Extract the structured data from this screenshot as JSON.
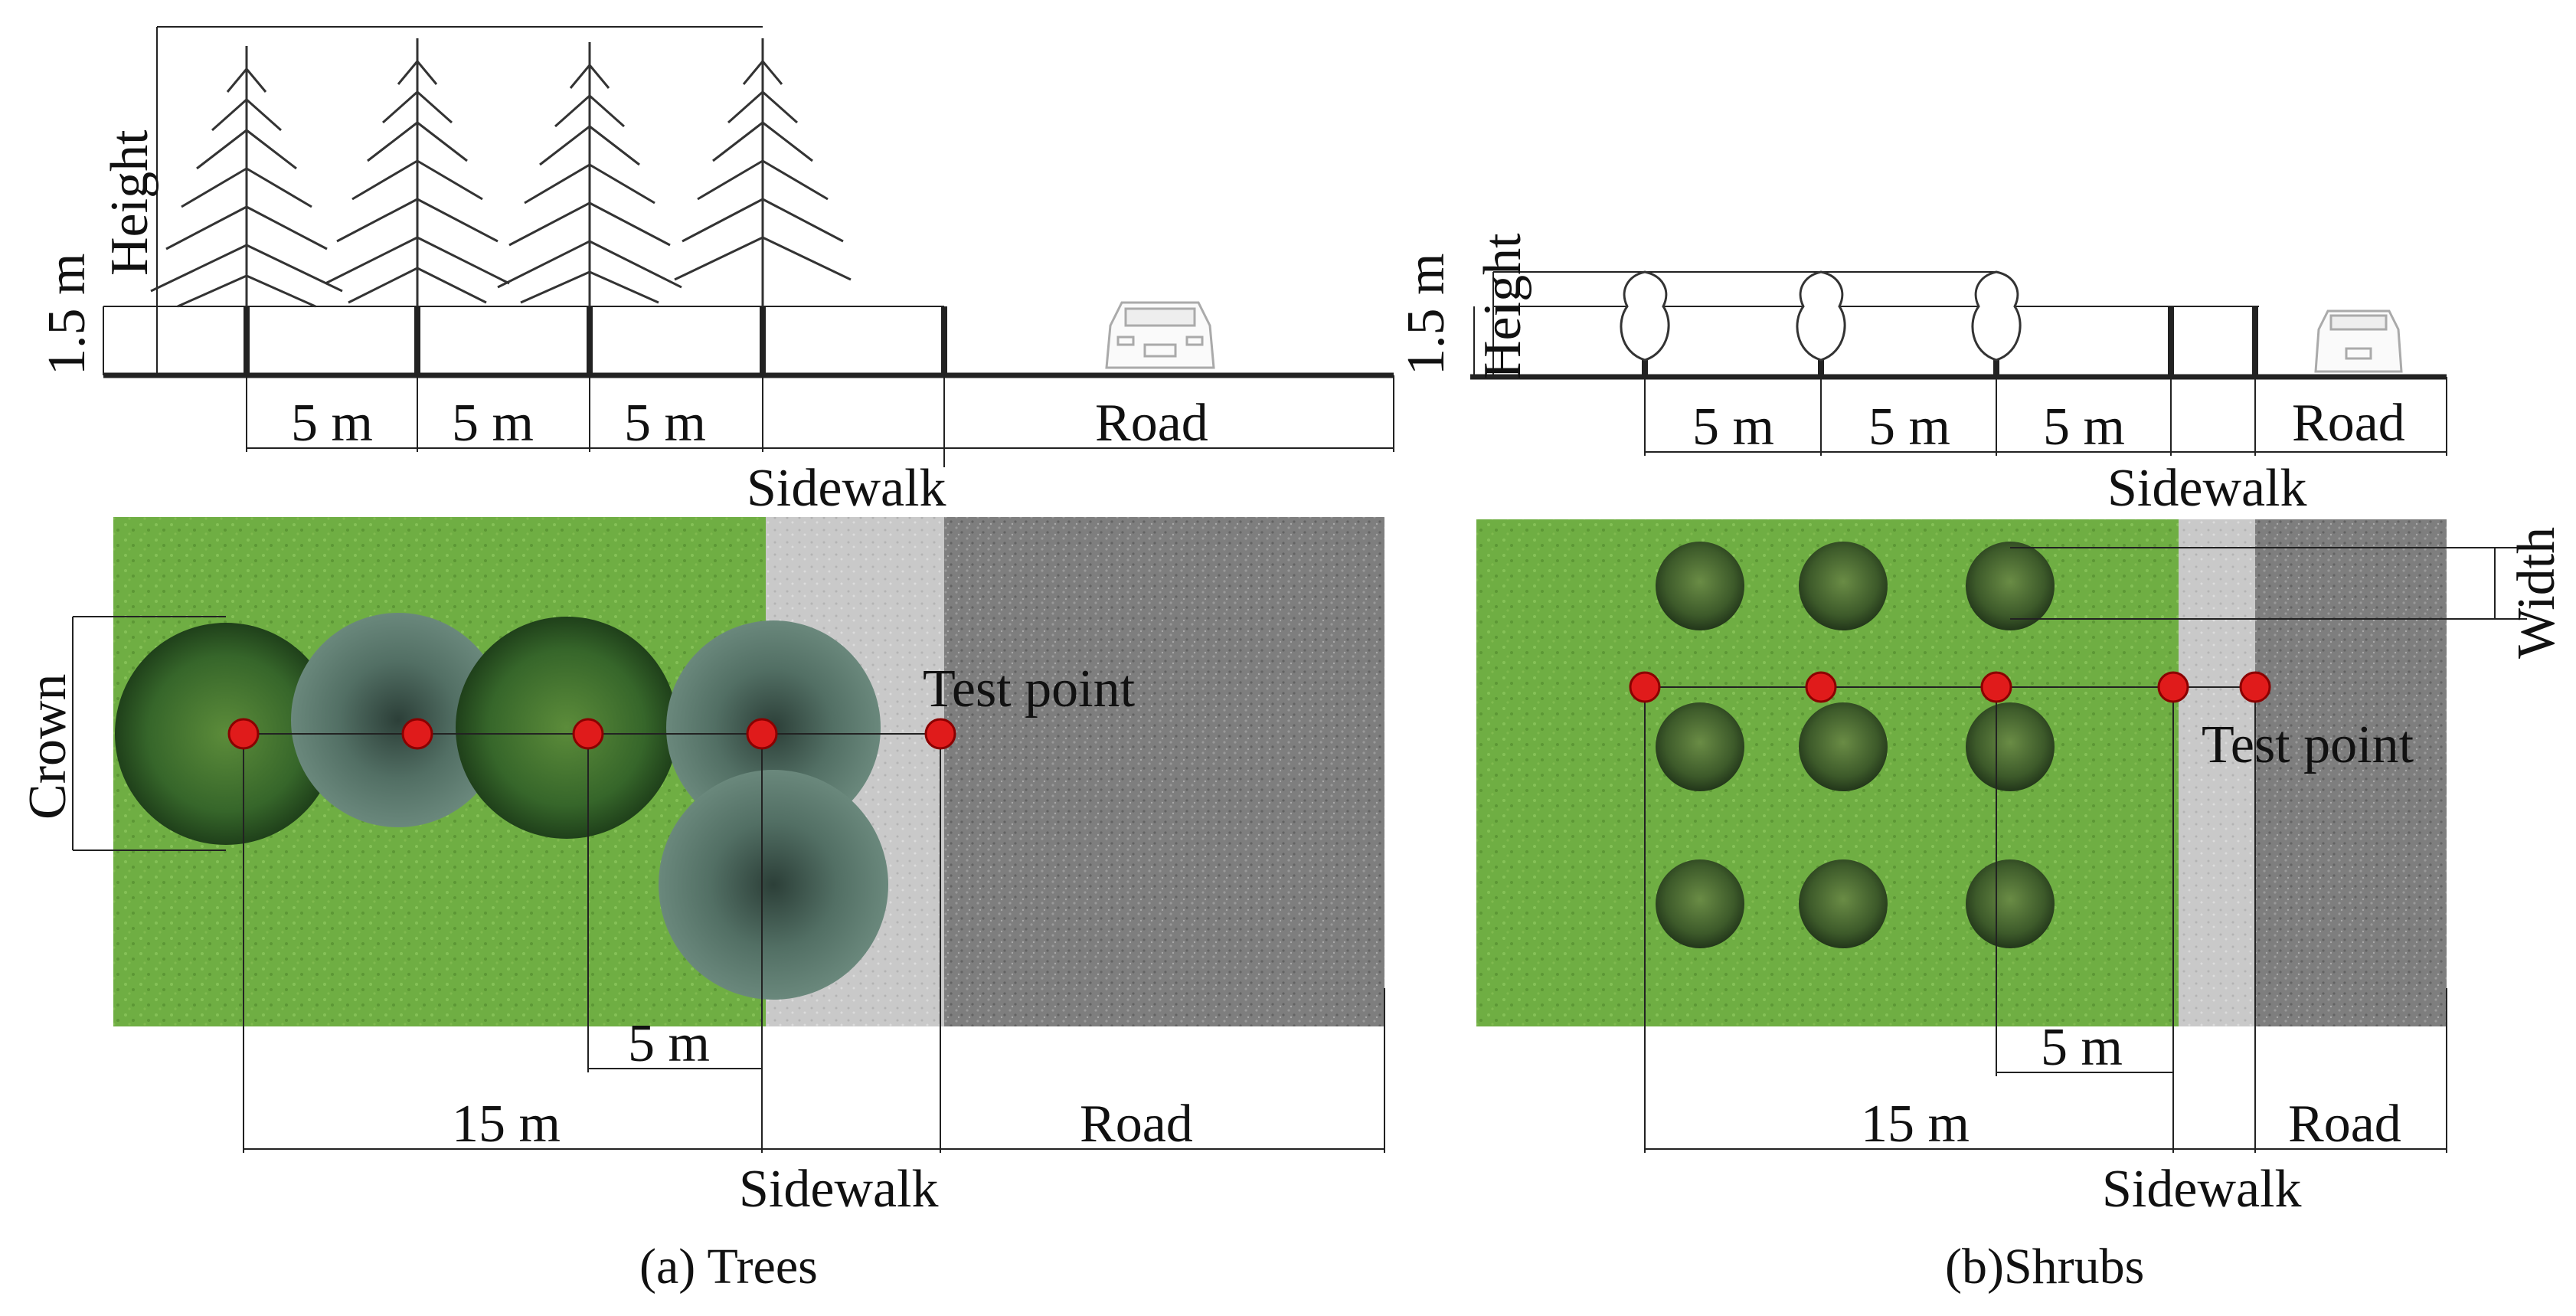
{
  "panel_a": {
    "caption": "(a) Trees",
    "height_label": "Height",
    "base_label": "1.5 m",
    "elev_spacing": [
      "5 m",
      "5 m",
      "5 m"
    ],
    "elev_road": "Road",
    "elev_sidewalk": "Sidewalk",
    "crown_label": "Crown",
    "test_point": "Test point",
    "plan_5m": "5 m",
    "plan_15m": "15 m",
    "plan_road": "Road",
    "plan_sidewalk": "Sidewalk"
  },
  "panel_b": {
    "caption": "(b)Shrubs",
    "height_label": "Height",
    "base_label": "1.5 m",
    "elev_spacing": [
      "5 m",
      "5 m",
      "5 m"
    ],
    "elev_road": "Road",
    "elev_sidewalk": "Sidewalk",
    "width_label": "Width",
    "test_point": "Test point",
    "plan_5m": "5 m",
    "plan_15m": "15 m",
    "plan_road": "Road",
    "plan_sidewalk": "Sidewalk"
  },
  "colors": {
    "grass": "#6fae43",
    "sidewalk": "#c9c9c9",
    "road": "#7e7e7e",
    "tree_dark": "#2f5a22",
    "tree_grey": "#4e6b60",
    "shrub": "#3d5a2a",
    "test_point": "#e01b1b",
    "line": "#222222"
  }
}
